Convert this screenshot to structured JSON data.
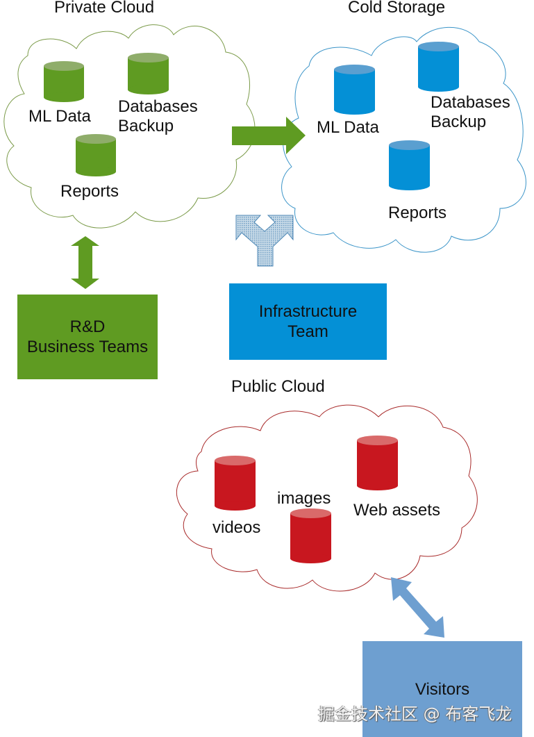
{
  "colors": {
    "private": "#5f9b22",
    "private_top": "#8fad6a",
    "private_outline": "#7a9a48",
    "cold": "#0490d6",
    "cold_top": "#5a9fd0",
    "cold_outline": "#3a94c8",
    "public": "#c8171f",
    "public_top": "#d96a6a",
    "public_outline": "#a82a2a",
    "infra_arrow": "#a8c6dc",
    "infra_arrow_outline": "#4b86b4",
    "visitors": "#6e9fd0",
    "rd_box": "#5f9b22",
    "infra_box": "#0490d6"
  },
  "private_cloud": {
    "title": "Private Cloud",
    "items": [
      {
        "label": "ML Data",
        "icon": "database-icon"
      },
      {
        "label_line1": "Databases",
        "label_line2": "Backup",
        "icon": "database-icon"
      },
      {
        "label": "Reports",
        "icon": "database-icon"
      }
    ]
  },
  "cold_storage": {
    "title": "Cold Storage",
    "items": [
      {
        "label": "ML Data",
        "icon": "database-icon"
      },
      {
        "label_line1": "Databases",
        "label_line2": "Backup",
        "icon": "database-icon"
      },
      {
        "label": "Reports",
        "icon": "database-icon"
      }
    ]
  },
  "public_cloud": {
    "title": "Public Cloud",
    "items": [
      {
        "label": "videos",
        "icon": "database-icon"
      },
      {
        "label": "images",
        "icon": "database-icon"
      },
      {
        "label": "Web assets",
        "icon": "database-icon"
      }
    ]
  },
  "teams": {
    "rd": {
      "line1": "R&D",
      "line2": "Business Teams"
    },
    "infra": {
      "line1": "Infrastructure",
      "line2": "Team"
    },
    "visitors": {
      "label": "Visitors"
    }
  },
  "connectors": {
    "private_to_cold": "arrow-right-icon",
    "rd_private": "double-arrow-vertical-icon",
    "infra_split": "split-arrow-icon",
    "visitors_public": "double-arrow-diagonal-icon"
  },
  "watermark": "掘金技术社区 @ 布客飞龙"
}
